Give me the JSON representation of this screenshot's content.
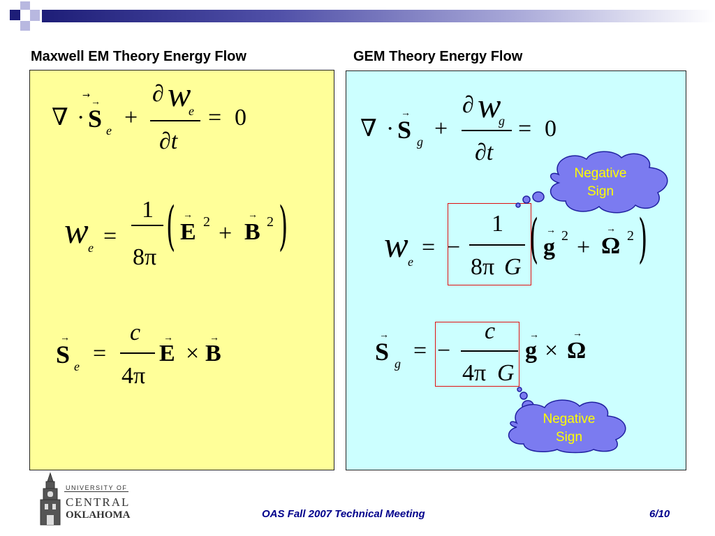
{
  "colors": {
    "left_panel_bg": "#ffff99",
    "right_panel_bg": "#ccffff",
    "cloud_fill": "#7b7bf0",
    "cloud_text": "#ffff00",
    "highlight_box": "#e01010",
    "footer_text": "#00008b"
  },
  "headings": {
    "left": "Maxwell EM Theory Energy Flow",
    "right": "GEM Theory Energy Flow"
  },
  "left_equations": {
    "eq1": {
      "nabla": "∇",
      "dot": "·",
      "S": "S",
      "sub_e": "e",
      "plus": "+",
      "partial": "∂",
      "w": "w",
      "w_sub": "e",
      "den_t": "∂t",
      "equals": "=",
      "zero": "0"
    },
    "eq2": {
      "w": "w",
      "w_sub": "e",
      "equals": "=",
      "num": "1",
      "den": "8π",
      "lparen": "(",
      "E": "E",
      "sq1": "2",
      "plus": "+",
      "B": "B",
      "sq2": "2",
      "rparen": ")"
    },
    "eq3": {
      "S": "S",
      "sub_e": "e",
      "equals": "=",
      "num": "c",
      "den": "4π",
      "E": "E",
      "times": "×",
      "B": "B"
    }
  },
  "right_equations": {
    "eq1": {
      "nabla": "∇",
      "dot": "·",
      "S": "S",
      "sub_g": "g",
      "plus": "+",
      "partial": "∂",
      "w": "w",
      "w_sub": "g",
      "den_t": "∂t",
      "equals": "=",
      "zero": "0"
    },
    "eq2": {
      "w": "w",
      "w_sub": "e",
      "equals": "=",
      "minus": "−",
      "num": "1",
      "den_num": "8π",
      "den_G": "G",
      "lparen": "(",
      "g": "g",
      "sq1": "2",
      "plus": "+",
      "Omega": "Ω",
      "sq2": "2",
      "rparen": ")"
    },
    "eq3": {
      "S": "S",
      "sub_g": "g",
      "equals": "=",
      "minus": "−",
      "num": "c",
      "den_num": "4π",
      "den_G": "G",
      "g": "g",
      "times": "×",
      "Omega": "Ω"
    }
  },
  "callouts": {
    "top": {
      "line1": "Negative",
      "line2": "Sign"
    },
    "bottom": {
      "line1": "Negative",
      "line2": "Sign"
    }
  },
  "footer": {
    "meeting": "OAS Fall 2007 Technical Meeting",
    "page": "6/10"
  },
  "logo": {
    "line1": "UNIVERSITY OF",
    "line2": "CENTRAL",
    "line3": "OKLAHOMA",
    "icon": "tower-icon"
  }
}
